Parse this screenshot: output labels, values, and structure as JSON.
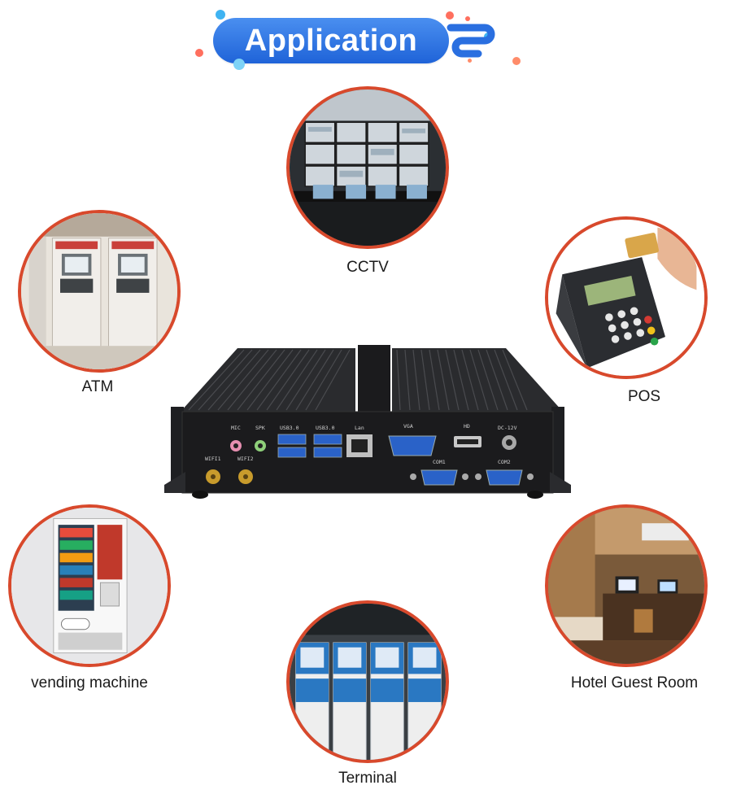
{
  "header": {
    "title": "Application"
  },
  "applications": [
    {
      "id": "cctv",
      "label": "CCTV"
    },
    {
      "id": "atm",
      "label": "ATM"
    },
    {
      "id": "pos",
      "label": "POS"
    },
    {
      "id": "vending",
      "label": "vending machine"
    },
    {
      "id": "hotel",
      "label": "Hotel Guest Room"
    },
    {
      "id": "terminal",
      "label": "Terminal"
    }
  ],
  "device": {
    "port_labels": {
      "mic": "MIC",
      "spk": "SPK",
      "usb1": "USB3.0",
      "usb2": "USB3.0",
      "lan": "Lan",
      "vga": "VGA",
      "hd": "HD",
      "dc": "DC-12V",
      "wifi1": "WIFI1",
      "wifi2": "WIFI2",
      "com1": "COM1",
      "com2": "COM2"
    }
  },
  "colors": {
    "accent_blue": "#2a6fe0",
    "circle_border": "#d8492c",
    "device_black": "#1b1b1d"
  }
}
